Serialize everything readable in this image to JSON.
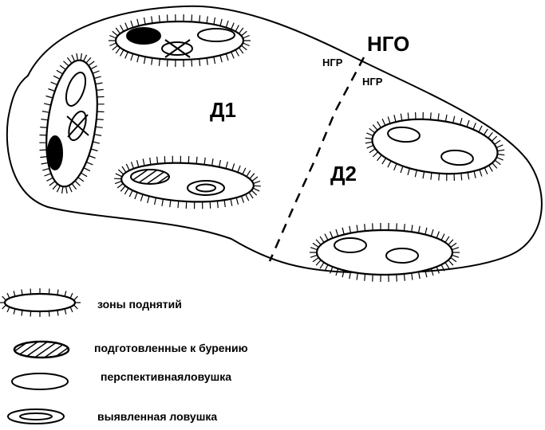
{
  "diagram": {
    "labels": {
      "ngo": "НГО",
      "ngr_top": "НГР",
      "ngr_bottom": "НГР",
      "d1": "Д1",
      "d2": "Д2"
    },
    "legend": [
      {
        "symbol": "uplift-zone",
        "text": "зоны поднятий"
      },
      {
        "symbol": "prepared-for-drilling",
        "text": "подготовленные к бурению"
      },
      {
        "symbol": "prospective-trap",
        "text": "перспективнаяловушка"
      },
      {
        "symbol": "identified-trap",
        "text": "выявленная ловушка"
      }
    ],
    "colors": {
      "stroke": "#000000",
      "background": "#ffffff"
    }
  }
}
